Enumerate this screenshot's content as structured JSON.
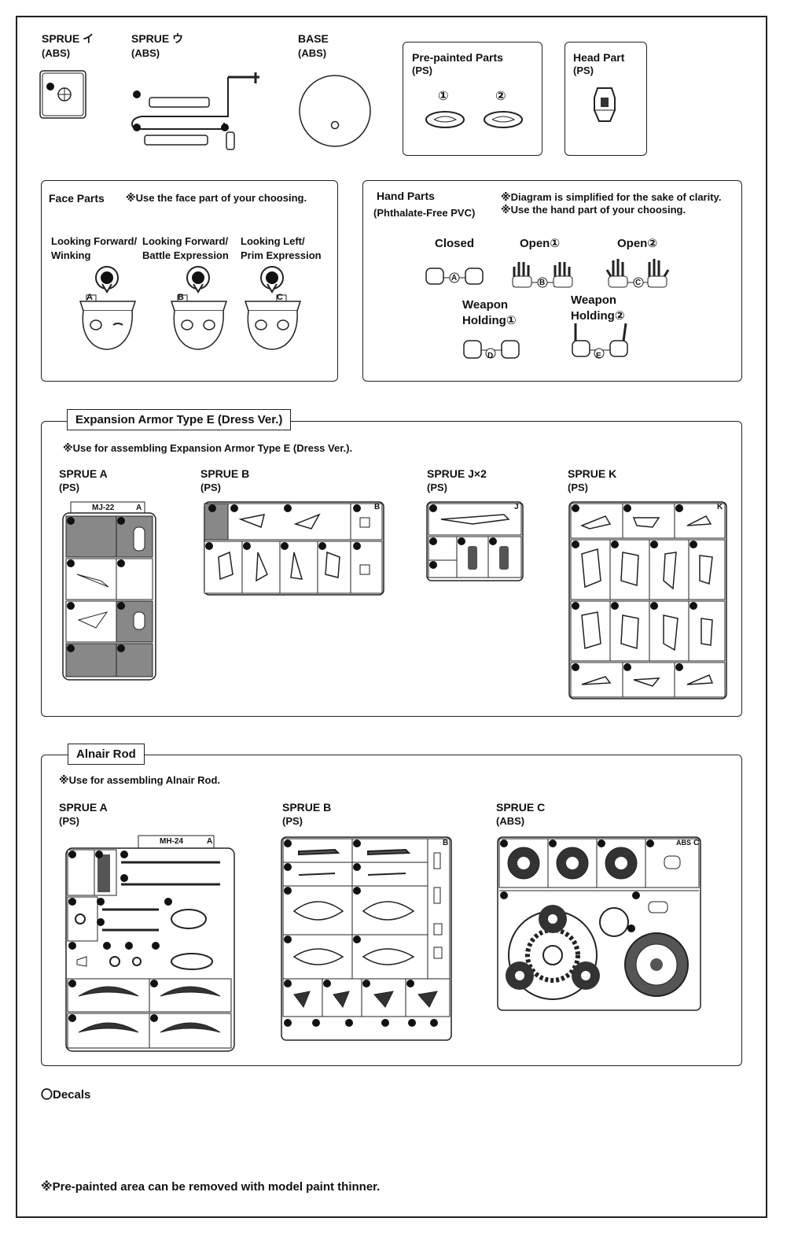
{
  "top": {
    "sprue_i": {
      "name": "SPRUE イ",
      "material": "(ABS)"
    },
    "sprue_u": {
      "name": "SPRUE ウ",
      "material": "(ABS)"
    },
    "base": {
      "name": "BASE",
      "material": "(ABS)"
    },
    "prepainted": {
      "name": "Pre-painted Parts",
      "material": "(PS)",
      "marks": [
        "①",
        "②"
      ]
    },
    "head": {
      "name": "Head Part",
      "material": "(PS)"
    }
  },
  "face_parts": {
    "title": "Face Parts",
    "note": "※Use the face part of your choosing.",
    "options": [
      {
        "label1": "Looking Forward/",
        "label2": "Winking",
        "tag": "A"
      },
      {
        "label1": "Looking Forward/",
        "label2": "Battle Expression",
        "tag": "B"
      },
      {
        "label1": "Looking Left/",
        "label2": "Prim Expression",
        "tag": "C"
      }
    ]
  },
  "hand_parts": {
    "title": "Hand Parts",
    "material": "(Phthalate-Free PVC)",
    "note1": "※Diagram is simplified for the sake of clarity.",
    "note2": "※Use the hand part of your choosing.",
    "options": [
      {
        "label": "Closed",
        "tag": "A"
      },
      {
        "label": "Open①",
        "tag": "B"
      },
      {
        "label": "Open②",
        "tag": "C"
      },
      {
        "label1": "Weapon",
        "label2": "Holding①",
        "tag": "D"
      },
      {
        "label1": "Weapon",
        "label2": "Holding②",
        "tag": "E"
      }
    ]
  },
  "expansion": {
    "title": "Expansion Armor Type E (Dress Ver.)",
    "note": "※Use for assembling Expansion Armor Type E (Dress Ver.).",
    "sprues": [
      {
        "name": "SPRUE A",
        "material": "(PS)",
        "code": "MJ-22",
        "letter": "A"
      },
      {
        "name": "SPRUE B",
        "material": "(PS)",
        "letter": "B"
      },
      {
        "name": "SPRUE J×2",
        "material": "(PS)",
        "letter": "J"
      },
      {
        "name": "SPRUE K",
        "material": "(PS)",
        "letter": "K"
      }
    ]
  },
  "alnair": {
    "title": "Alnair Rod",
    "note": "※Use for assembling Alnair Rod.",
    "sprues": [
      {
        "name": "SPRUE A",
        "material": "(PS)",
        "code": "MH-24",
        "letter": "A"
      },
      {
        "name": "SPRUE B",
        "material": "(PS)",
        "letter": "B"
      },
      {
        "name": "SPRUE C",
        "material": "(ABS)",
        "code": "ABS",
        "letter": "C"
      }
    ]
  },
  "decals": "〇Decals",
  "footer_note": "※Pre-painted area can be removed with model paint thinner."
}
